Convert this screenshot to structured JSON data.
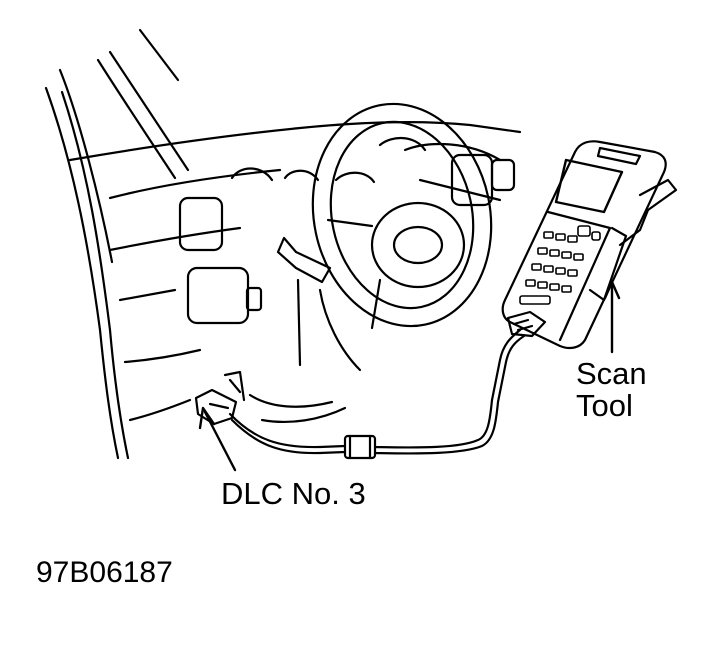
{
  "labels": {
    "scan_tool_line1": "Scan",
    "scan_tool_line2": "Tool",
    "dlc": "DLC No. 3",
    "figure_id": "97B06187"
  },
  "colors": {
    "ink": "#000000",
    "paper": "#ffffff"
  }
}
